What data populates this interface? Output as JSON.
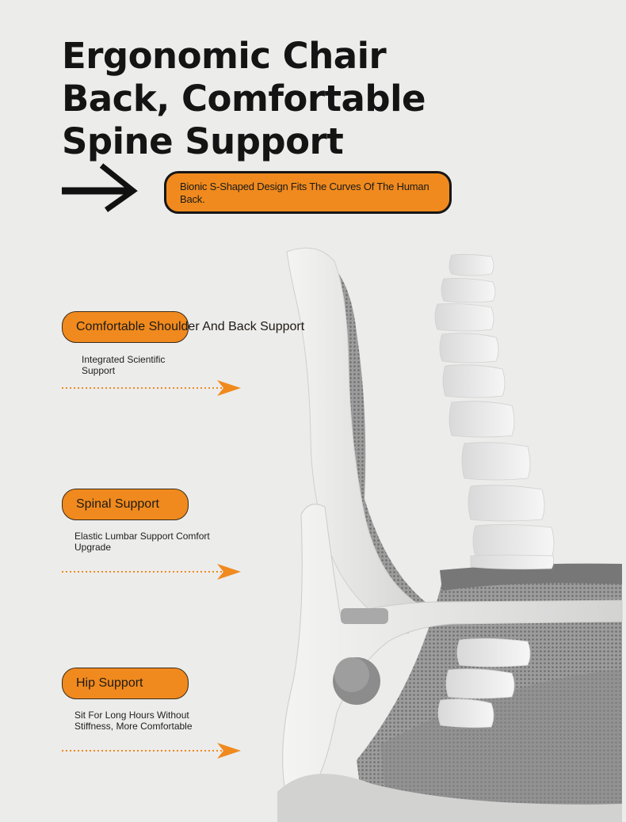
{
  "headline": {
    "lines": [
      "Ergonomic Chair",
      "Back, Comfortable",
      "Spine Support"
    ]
  },
  "subtitle": "Bionic S-Shaped Design Fits The Curves Of The Human Back.",
  "features": [
    {
      "title": "Comfortable Shoulder And Back Support",
      "description": "Integrated Scientific Support"
    },
    {
      "title": "Spinal Support",
      "description": "Elastic Lumbar Support Comfort Upgrade"
    },
    {
      "title": "Hip Support",
      "description": "Sit For Long Hours Without Stiffness, More Comfortable"
    }
  ],
  "colors": {
    "accent": "#f08a1e",
    "background": "#ececeb",
    "text": "#141414"
  },
  "icons": {
    "main_arrow": "right-arrow-icon",
    "feature_arrow": "dotted-right-arrow-icon"
  }
}
